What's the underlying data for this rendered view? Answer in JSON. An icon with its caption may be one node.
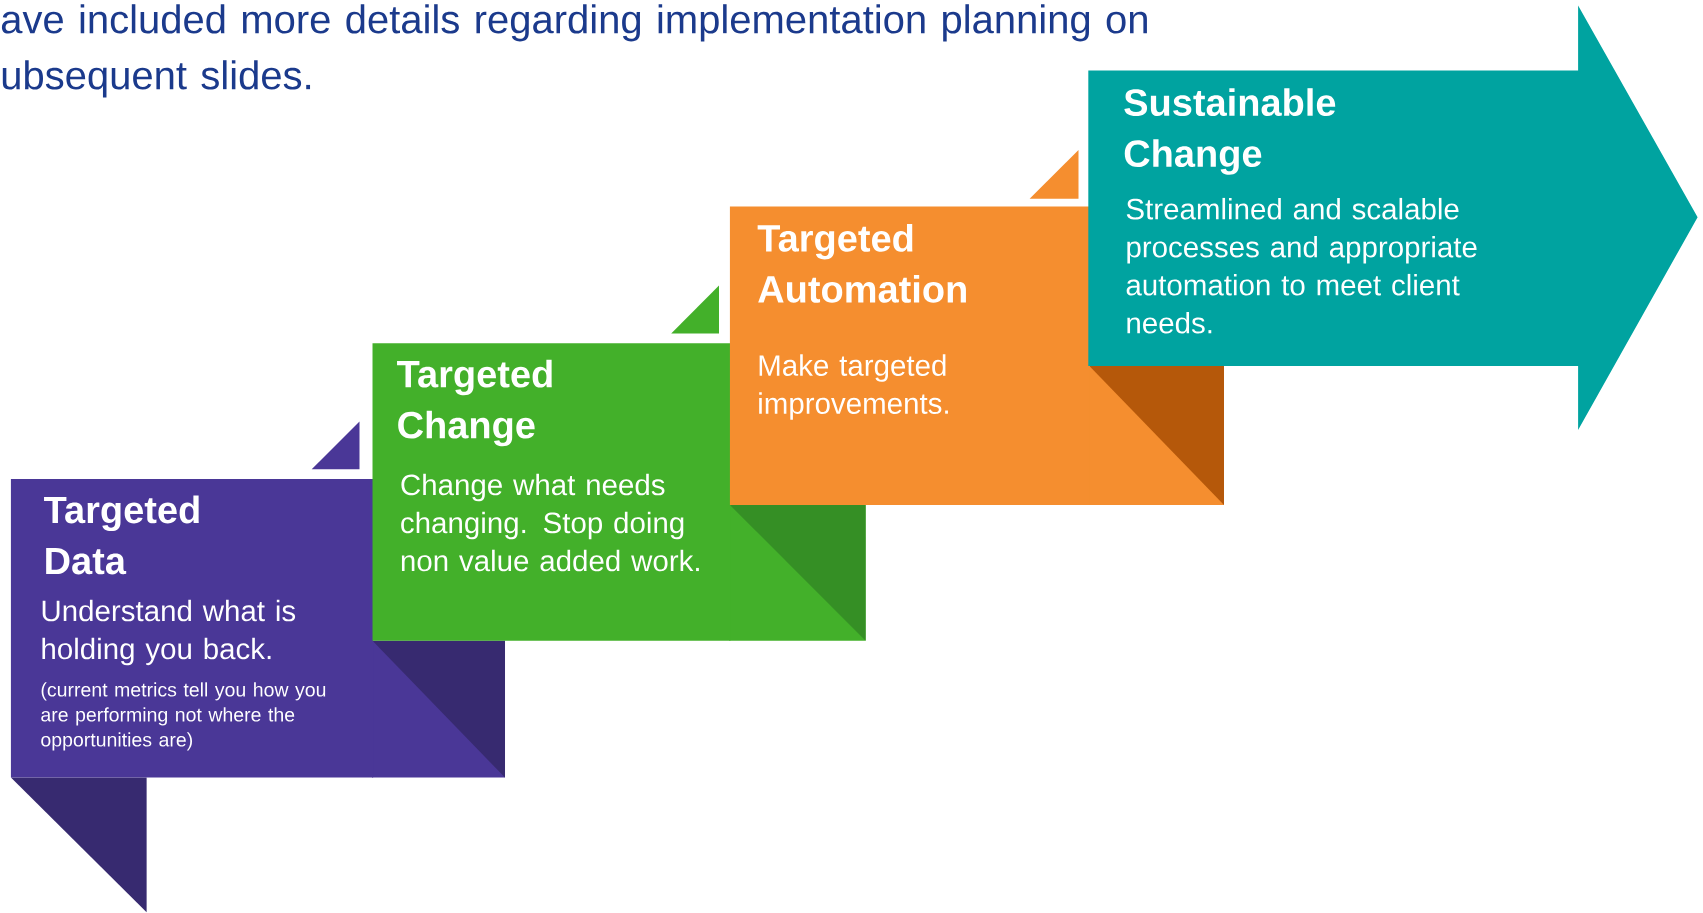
{
  "diagram": {
    "nodes": [
      {
        "text": [
          "Targeted Data",
          "Understand what is holding you back.",
          "(current metrics tell you how you are performing not where the opportunities are)"
        ]
      },
      {
        "text": [
          "Targeted Change",
          "Change what needs changing. Stop doing non value added work."
        ]
      },
      {
        "text": [
          "Targeted Automation",
          "Make targeted improvements."
        ]
      },
      {
        "text": [
          "Sustainable Change",
          "Streamlined and scalable processes and appropriate automation to meet client needs."
        ]
      }
    ],
    "labels": [
      "ave included more details regarding implementation planning on ubsequent slides."
    ]
  }
}
